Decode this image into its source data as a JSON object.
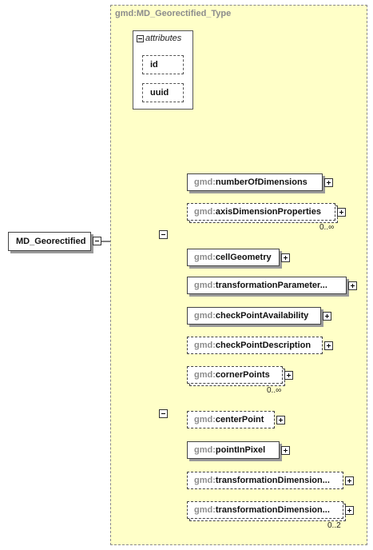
{
  "type_title": "gmd:MD_Georectified_Type",
  "attributes": {
    "label": "attributes",
    "items": [
      "id",
      "uuid"
    ]
  },
  "root": {
    "label": "MD_Georectified"
  },
  "namespace_prefix": "gmd:",
  "group1": [
    {
      "name": "numberOfDimensions",
      "optional": false,
      "multiple": false,
      "cardinality": ""
    },
    {
      "name": "axisDimensionProperties",
      "optional": true,
      "multiple": true,
      "cardinality": "0..∞"
    },
    {
      "name": "cellGeometry",
      "optional": false,
      "multiple": false,
      "cardinality": ""
    },
    {
      "name": "transformationParameter...",
      "optional": false,
      "multiple": false,
      "cardinality": ""
    }
  ],
  "group2": [
    {
      "name": "checkPointAvailability",
      "optional": false,
      "multiple": false,
      "cardinality": ""
    },
    {
      "name": "checkPointDescription",
      "optional": true,
      "multiple": false,
      "cardinality": ""
    },
    {
      "name": "cornerPoints",
      "optional": true,
      "multiple": true,
      "cardinality": "0..∞"
    },
    {
      "name": "centerPoint",
      "optional": true,
      "multiple": false,
      "cardinality": ""
    },
    {
      "name": "pointInPixel",
      "optional": false,
      "multiple": false,
      "cardinality": ""
    },
    {
      "name": "transformationDimension...",
      "optional": true,
      "multiple": false,
      "cardinality": ""
    },
    {
      "name": "transformationDimension...",
      "optional": true,
      "multiple": true,
      "cardinality": "0..2"
    }
  ],
  "colors": {
    "panel": "#ffffc8",
    "namespace": "#8c8c8c",
    "line": "#000000"
  }
}
